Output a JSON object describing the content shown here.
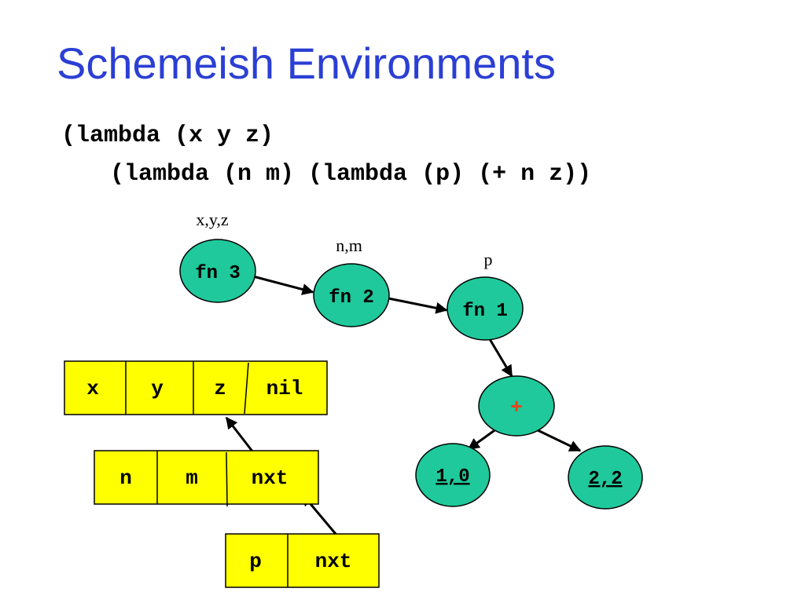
{
  "slide": {
    "title": "Schemeish Environments",
    "code_line1": "(lambda (x y z)",
    "code_line2": "(lambda (n m) (lambda (p) (+ n z))"
  },
  "tree": {
    "colors": {
      "node": "#1fc99b",
      "box": "#ffff00",
      "plus": "#e8431a",
      "title": "#2b3fd4"
    },
    "nodes": {
      "fn3": {
        "label": "fn 3",
        "params": "x,y,z"
      },
      "fn2": {
        "label": "fn 2",
        "params": "n,m"
      },
      "fn1": {
        "label": "fn 1",
        "params": "p"
      },
      "plus": {
        "label": "+"
      },
      "leaf_left": {
        "label": "1,0"
      },
      "leaf_right": {
        "label": "2,2"
      }
    }
  },
  "frames": {
    "frame1": {
      "cells": [
        "x",
        "y",
        "z",
        "nil"
      ]
    },
    "frame2": {
      "cells": [
        "n",
        "m",
        "nxt"
      ]
    },
    "frame3": {
      "cells": [
        "p",
        "nxt"
      ]
    }
  }
}
